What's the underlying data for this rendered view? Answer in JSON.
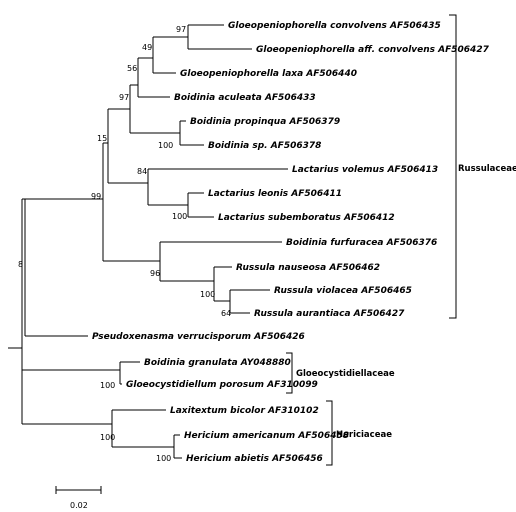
{
  "taxa": [
    "Gloeopeniophorella convolvens AF506435",
    "Gloeopeniophorella aff. convolvens AF506427",
    "Gloeopeniophorella laxa AF506440",
    "Boidinia aculeata AF506433",
    "Boidinia propinqua AF506379",
    "Boidinia sp. AF506378",
    "Lactarius volemus AF506413",
    "Lactarius leonis AF506411",
    "Lactarius subemboratus AF506412",
    "Boidinia furfuracea AF506376",
    "Russula nauseosa AF506462",
    "Russula violacea AF506465",
    "Russula aurantiaca AF506427",
    "Pseudoxenasma verrucisporum AF506426",
    "Boidinia granulata AY048880",
    "Gloeocystidiellum porosum AF310099",
    "Laxitextum bicolor AF310102",
    "Hericium americanum AF506458",
    "Hericium abietis AF506456"
  ],
  "support_values": [
    "97",
    "49",
    "56",
    "97",
    "100",
    "15",
    "84",
    "100",
    "99",
    "96",
    "100",
    "64",
    "8",
    "100",
    "100",
    "100"
  ],
  "clades": [
    {
      "name": "Russulaceae"
    },
    {
      "name": "Gloeocystidiellaceae"
    },
    {
      "name": "Hericiaceae"
    }
  ],
  "scale_bar": {
    "label": "0.02"
  }
}
